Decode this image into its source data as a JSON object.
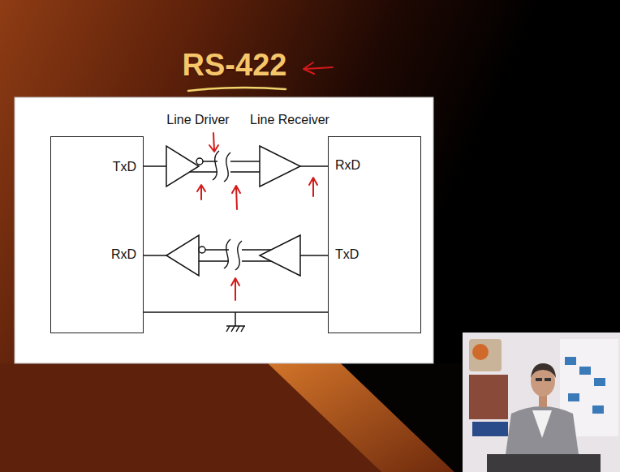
{
  "diagram": {
    "title": "RS-422",
    "nodes": [
      {
        "text": [
          "TxD",
          "RxD"
        ]
      },
      {
        "text": [
          "RxD",
          "TxD"
        ]
      }
    ],
    "edges": [
      {
        "from": 0,
        "to": 1,
        "arrow": "none"
      },
      {
        "from": 1,
        "to": 0,
        "arrow": "none"
      },
      {
        "from": 0,
        "to": 1,
        "arrow": "none"
      }
    ],
    "labels": [
      "Line Driver",
      "Line Receiver"
    ]
  }
}
